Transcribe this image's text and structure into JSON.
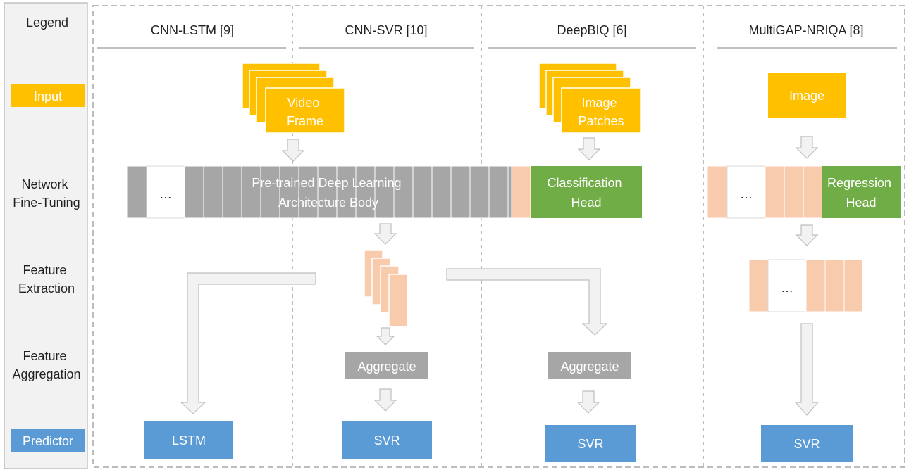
{
  "legend": {
    "title": "Legend",
    "input_label": "Input",
    "predictor_label": "Predictor"
  },
  "rows": {
    "fine_tuning": [
      "Network",
      "Fine-Tuning"
    ],
    "extraction": [
      "Feature",
      "Extraction"
    ],
    "aggregation": [
      "Feature",
      "Aggregation"
    ]
  },
  "columns": {
    "cnn_lstm": "CNN-LSTM [9]",
    "cnn_svr": "CNN-SVR [10]",
    "deepbiq": "DeepBIQ [6]",
    "multigap": "MultiGAP-NRIQA [8]"
  },
  "inputs": {
    "video_frame": [
      "Video",
      "Frame"
    ],
    "image_patches": [
      "Image",
      "Patches"
    ],
    "image": "Image"
  },
  "network": {
    "ellipsis": "…",
    "body": [
      "Pre-trained Deep Learning",
      "Architecture Body"
    ],
    "classification_head": [
      "Classification",
      "Head"
    ],
    "regression_head": [
      "Regression",
      "Head"
    ]
  },
  "features": {
    "ellipsis": "…"
  },
  "aggregation": {
    "cnn_svr": "Aggregate",
    "deepbiq": "Aggregate"
  },
  "predictors": {
    "lstm": "LSTM",
    "svr_cnn": "SVR",
    "svr_deepbiq": "SVR",
    "svr_multigap": "SVR"
  },
  "colors": {
    "input": "#FFC000",
    "predictor": "#5B9BD5",
    "layer_gray": "#A6A6A6",
    "layer_peach": "#F8CBAD",
    "head_green": "#70AD47",
    "arrow_fill": "#F2F2F2",
    "arrow_stroke": "#BFBFBF",
    "legend_bg": "#F2F2F2"
  }
}
